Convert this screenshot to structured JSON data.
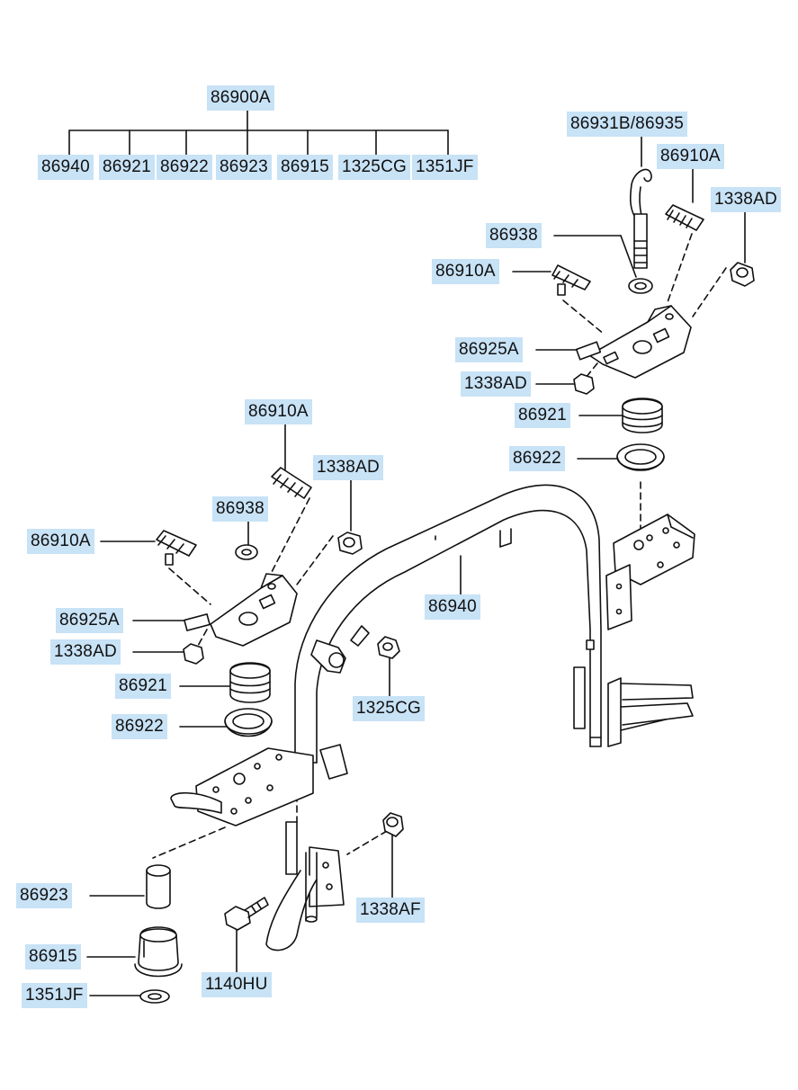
{
  "diagram": {
    "accent_color": "#c8e2f6",
    "line_color": "#111111"
  },
  "header": {
    "assembly": "86900A",
    "components": [
      "86940",
      "86921",
      "86922",
      "86923",
      "86915",
      "1325CG",
      "1351JF"
    ]
  },
  "callouts": {
    "c1": "86931B/86935",
    "c2": "86910A",
    "c3": "1338AD",
    "c4": "86938",
    "c5": "86910A",
    "c6": "86925A",
    "c7": "1338AD",
    "c8": "86921",
    "c9": "86922",
    "c10": "86910A",
    "c11": "1338AD",
    "c12": "86938",
    "c13": "86910A",
    "c14": "86925A",
    "c15": "1338AD",
    "c16": "86940",
    "c17": "86921",
    "c18": "1325CG",
    "c19": "86922",
    "c20": "86923",
    "c21": "1338AF",
    "c22": "86915",
    "c23": "1140HU",
    "c24": "1351JF"
  }
}
